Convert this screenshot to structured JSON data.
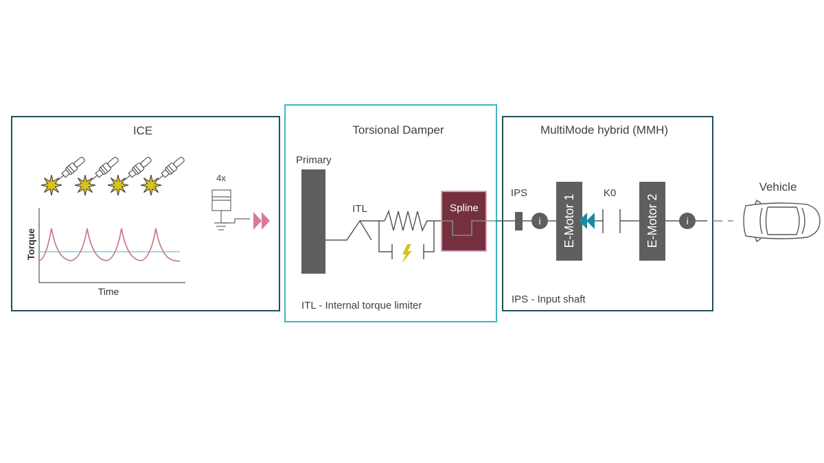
{
  "ice": {
    "title": "ICE",
    "multiplier": "4x",
    "graph_ylabel": "Torque",
    "graph_xlabel": "Time"
  },
  "damper": {
    "title": "Torsional Damper",
    "primary_label": "Primary",
    "itl_label": "ITL",
    "spline_label": "Spline",
    "footnote": "ITL - Internal torque limiter"
  },
  "mmh": {
    "title": "MultiMode hybrid (MMH)",
    "ips_label": "IPS",
    "k0_label": "K0",
    "emotor1_label": "E-Motor 1",
    "emotor2_label": "E-Motor 2",
    "info_glyph": "i",
    "footnote": "IPS -  Input shaft"
  },
  "vehicle": {
    "label": "Vehicle"
  },
  "colors": {
    "dark_border": "#1f4e5a",
    "teal_border": "#3fb3c6",
    "component_gray": "#5f5f5f",
    "line_gray": "#555555",
    "spline_fill": "#74303f",
    "spline_border": "#d9a0b4",
    "torque_curve": "#c97a93",
    "mean_line": "#7ccde0",
    "arrow_pink": "#d97a98",
    "arrow_teal": "#1a8aa0",
    "spark_yellow": "#d9c220"
  }
}
